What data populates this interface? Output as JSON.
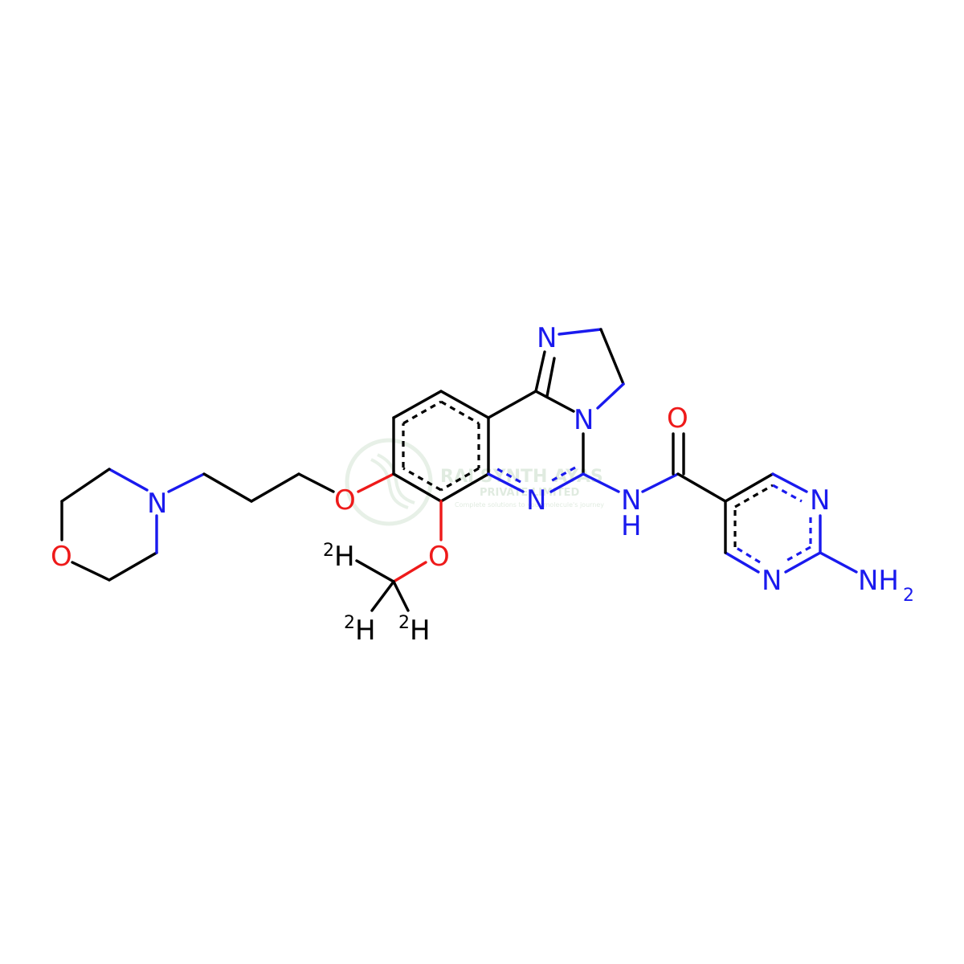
{
  "watermark": {
    "line1": "RAI SYNTH AYAS",
    "line2": "PRIVATE LIMITED",
    "line3": "Complete solutions to your molecule's journey"
  },
  "atoms": {
    "morpholine_n": "N",
    "morpholine_o": "O",
    "ether_o": "O",
    "methoxy_o": "O",
    "quinazoline_n": "N",
    "imidazo_n_top": "N",
    "imidazo_n_right": "N",
    "amide_n": "N",
    "amide_h": "H",
    "carbonyl_o": "O",
    "pyrimidine_n1": "N",
    "pyrimidine_n3": "N",
    "amino_label": "NH",
    "amino_sub": "2",
    "deuterium_1": "H",
    "deuterium_2": "H",
    "deuterium_3": "H",
    "isotope_mass": "2"
  }
}
